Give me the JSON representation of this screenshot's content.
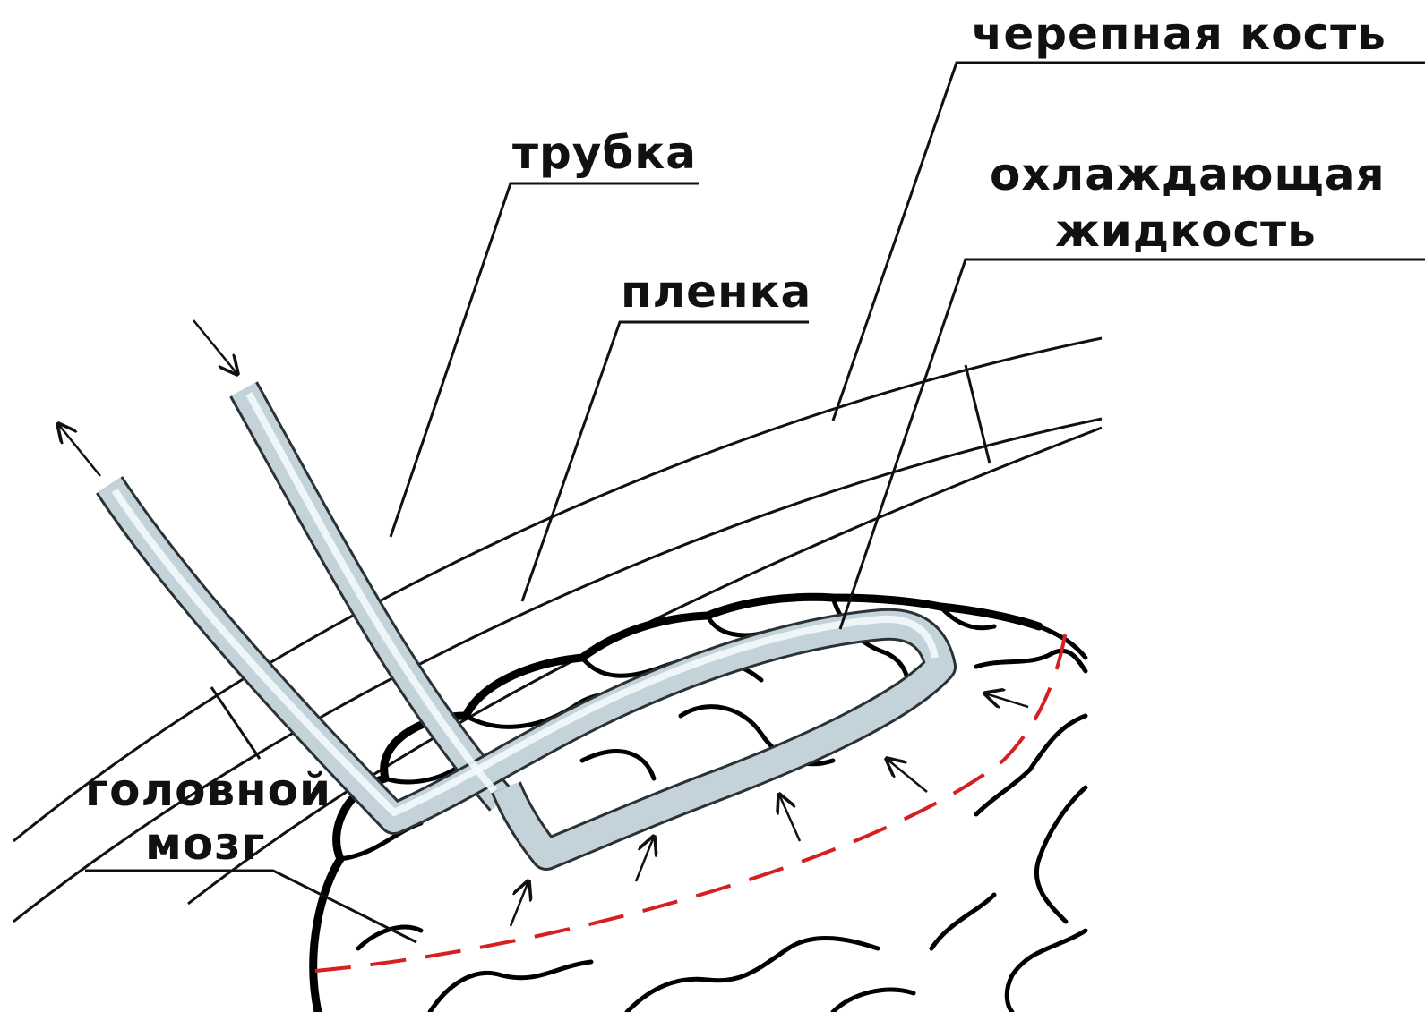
{
  "labels": {
    "bone": "черепная кость",
    "tube": "трубка",
    "coolant_line1": "охлаждающая",
    "coolant_line2": "жидкость",
    "film": "пленка",
    "brain_line1": "головной",
    "brain_line2": "мозг"
  },
  "colors": {
    "tube_fill": "#c4d3da",
    "tube_outline": "#2b3236",
    "dashed_boundary": "#d42020",
    "ink": "#111111"
  }
}
